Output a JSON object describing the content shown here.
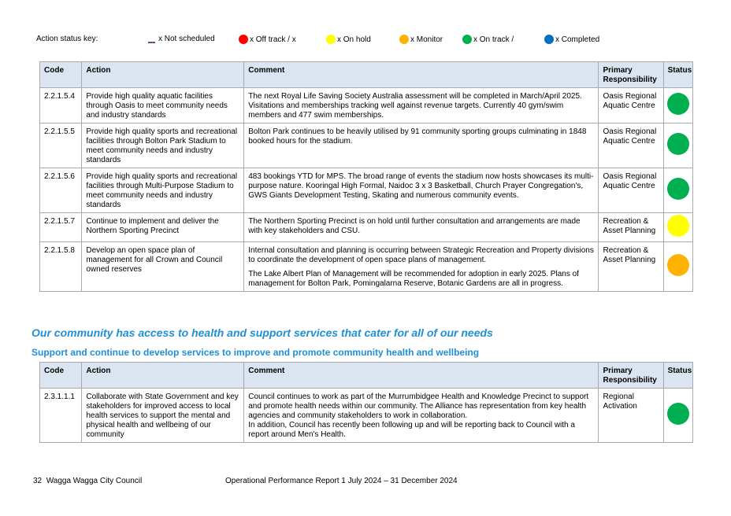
{
  "status_key": {
    "label": "Action status key:",
    "items": [
      {
        "label": "x Not scheduled",
        "color": "#7b3f8f",
        "shape": "dash"
      },
      {
        "label": "x Off track / x",
        "color": "#ff0000",
        "shape": "dot"
      },
      {
        "label": "x On hold",
        "color": "#ffff00",
        "shape": "dot"
      },
      {
        "label": "x Monitor",
        "color": "#ffb300",
        "shape": "dot"
      },
      {
        "label": "x On track /",
        "color": "#00b050",
        "shape": "dot"
      },
      {
        "label": "x Completed",
        "color": "#0070c0",
        "shape": "dot"
      }
    ]
  },
  "table_headers": {
    "code": "Code",
    "action": "Action",
    "comment": "Comment",
    "responsibility": "Primary Responsibility",
    "status": "Status"
  },
  "table1": {
    "rows": [
      {
        "code": "2.2.1.5.4",
        "action": "Provide high quality aquatic facilities through Oasis to meet community needs and industry standards",
        "comment": [
          "The next Royal Life Saving Society Australia assessment will be completed in March/April 2025. Visitations and memberships tracking well against revenue targets. Currently 40 gym/swim members and 477 swim memberships."
        ],
        "responsibility": "Oasis Regional Aquatic Centre",
        "status_color": "#00b050"
      },
      {
        "code": "2.2.1.5.5",
        "action": "Provide high quality sports and recreational facilities through Bolton Park Stadium to meet community needs and industry standards",
        "comment": [
          "Bolton Park continues to be heavily utilised by 91 community sporting groups culminating in 1848 booked hours for the stadium."
        ],
        "responsibility": "Oasis Regional Aquatic Centre",
        "status_color": "#00b050"
      },
      {
        "code": "2.2.1.5.6",
        "action": "Provide high quality sports and recreational facilities through Multi-Purpose Stadium to meet community needs and industry standards",
        "comment": [
          "483 bookings YTD for MPS. The broad range of events the stadium now hosts showcases its multi-purpose nature. Kooringal High Formal, Naidoc 3 x 3 Basketball, Church Prayer Congregation's, GWS Giants Development Testing, Skating and numerous community events."
        ],
        "responsibility": "Oasis Regional Aquatic Centre",
        "status_color": "#00b050"
      },
      {
        "code": "2.2.1.5.7",
        "action": "Continue to implement and deliver the Northern Sporting Precinct",
        "comment": [
          "The Northern Sporting Precinct is on hold until further consultation and arrangements are made with key stakeholders and CSU."
        ],
        "responsibility": "Recreation & Asset Planning",
        "status_color": "#ffff00"
      },
      {
        "code": "2.2.1.5.8",
        "action": "Develop an open space plan of management for all Crown and Council owned reserves",
        "comment": [
          "Internal consultation and planning is occurring between Strategic Recreation and Property divisions to coordinate the development of open space plans of management.",
          "The Lake Albert Plan of Management will be recommended for adoption in early 2025. Plans of management for Bolton Park, Pomingalarna Reserve, Botanic Gardens are all in progress."
        ],
        "responsibility": "Recreation & Asset Planning",
        "status_color": "#ffb300"
      }
    ]
  },
  "section": {
    "heading": "Our community has access to health and support services that cater for all of our needs",
    "subheading": "Support and continue to develop services to improve and promote community health and wellbeing"
  },
  "table2": {
    "rows": [
      {
        "code": "2.3.1.1.1",
        "action": "Collaborate with State Government and key stakeholders for improved access to local health services to support the mental and physical health and wellbeing of our community",
        "comment": [
          "Council continues to work as part of the Murrumbidgee Health and Knowledge Precinct to support and promote health needs within our community. The Alliance has representation from key health agencies and community stakeholders to work in collaboration.\nIn addition, Council has recently been following up and will be reporting back to Council with a report around Men's Health."
        ],
        "responsibility": "Regional Activation",
        "status_color": "#00b050"
      }
    ]
  },
  "footer": {
    "page": "32",
    "org": "Wagga Wagga City Council",
    "report": "Operational Performance Report 1 July 2024 – 31 December 2024"
  }
}
